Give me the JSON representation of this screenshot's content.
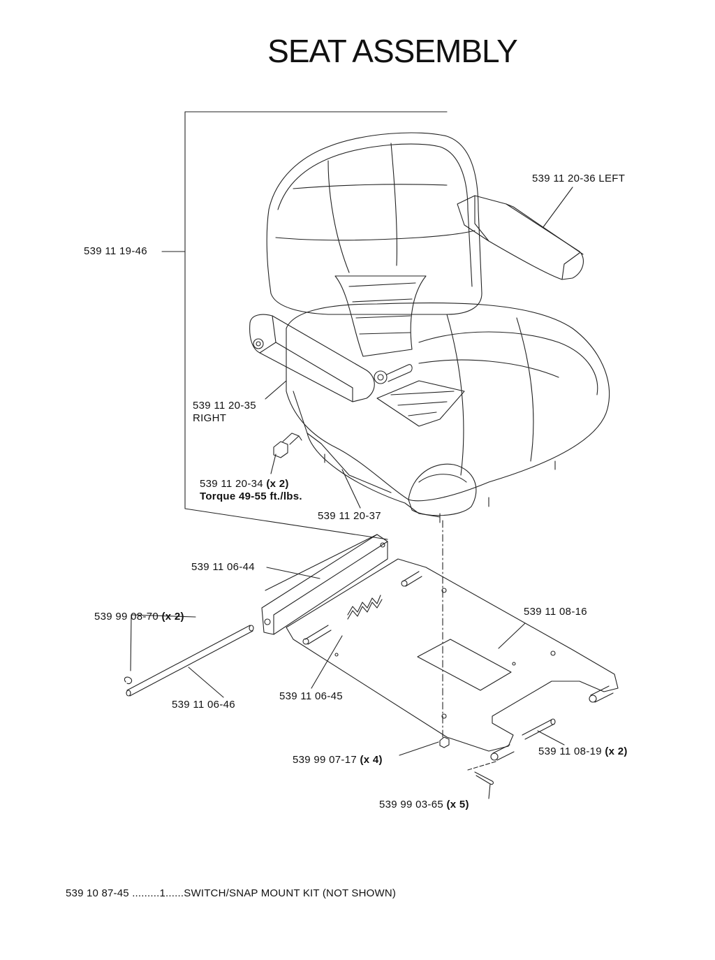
{
  "title": "SEAT ASSEMBLY",
  "callouts": {
    "seat_assembly": "539 11 19-46",
    "armrest_left": "539 11 20-36 LEFT",
    "armrest_right_num": "539 11 20-35",
    "armrest_right_side": "RIGHT",
    "bolt_num": "539 11 20-34",
    "bolt_qty": "(x 2)",
    "bolt_torque": "Torque 49-55 ft./lbs.",
    "seat_pan": "539 11 20-37",
    "slide_rail": "539 11 06-44",
    "clip": "539 99 08-70",
    "clip_qty": "(x 2)",
    "plate": "539 11 08-16",
    "rod": "539 11 06-46",
    "spring": "539 11 06-45",
    "nut": "539 99 07-17",
    "nut_qty": "(x 4)",
    "pin": "539 11 08-19",
    "pin_qty": "(x 2)",
    "cotter": "539 99 03-65",
    "cotter_qty": "(x 5)"
  },
  "footer": {
    "part": "539 10 87-45",
    "leader1": ".........",
    "qty": "1",
    "leader2": "......",
    "description": "SWITCH/SNAP MOUNT KIT (NOT SHOWN)"
  }
}
